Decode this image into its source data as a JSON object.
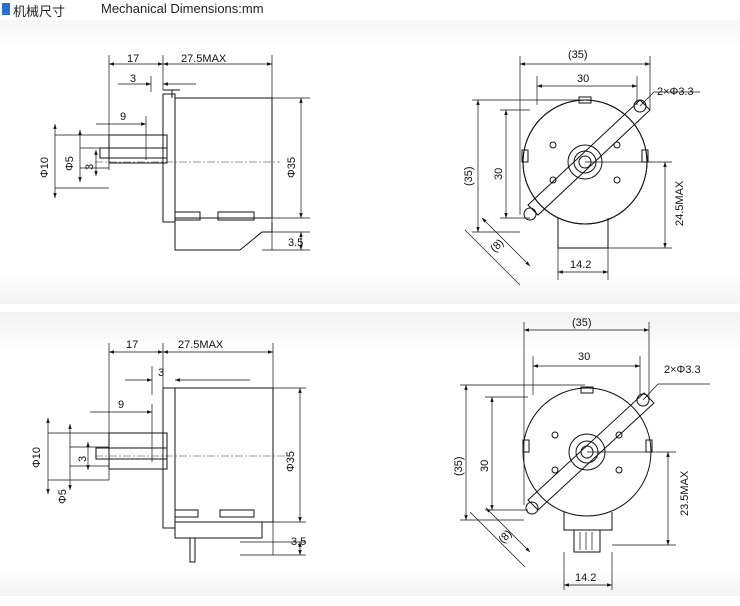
{
  "header": {
    "title_cn": "机械尺寸",
    "title_en": "Mechanical Dimensions:mm",
    "accent": "#2a6fc9"
  },
  "top": {
    "side": {
      "d17": "17",
      "d27": "27.5MAX",
      "d3a": "3",
      "d9": "9",
      "d3b": "3",
      "phi10": "Φ10",
      "phi5": "Φ5",
      "phi35": "Φ35",
      "d35": "3.5"
    },
    "front": {
      "w35": "(35)",
      "w30": "30",
      "holes": "2×Φ3.3",
      "h35": "(35)",
      "h30": "30",
      "h8": "(8)",
      "hmax": "24.5MAX",
      "w142": "14.2"
    }
  },
  "bottom": {
    "side": {
      "d17": "17",
      "d27": "27.5MAX",
      "d3a": "3",
      "d9": "9",
      "d3b": "3",
      "phi10": "Φ10",
      "phi5": "Φ5",
      "phi35": "Φ35",
      "d35": "3.5"
    },
    "front": {
      "w35": "(35)",
      "w30": "30",
      "holes": "2×Φ3.3",
      "h35": "(35)",
      "h30": "30",
      "h8": "(8)",
      "hmax": "23.5MAX",
      "w142": "14.2"
    }
  }
}
